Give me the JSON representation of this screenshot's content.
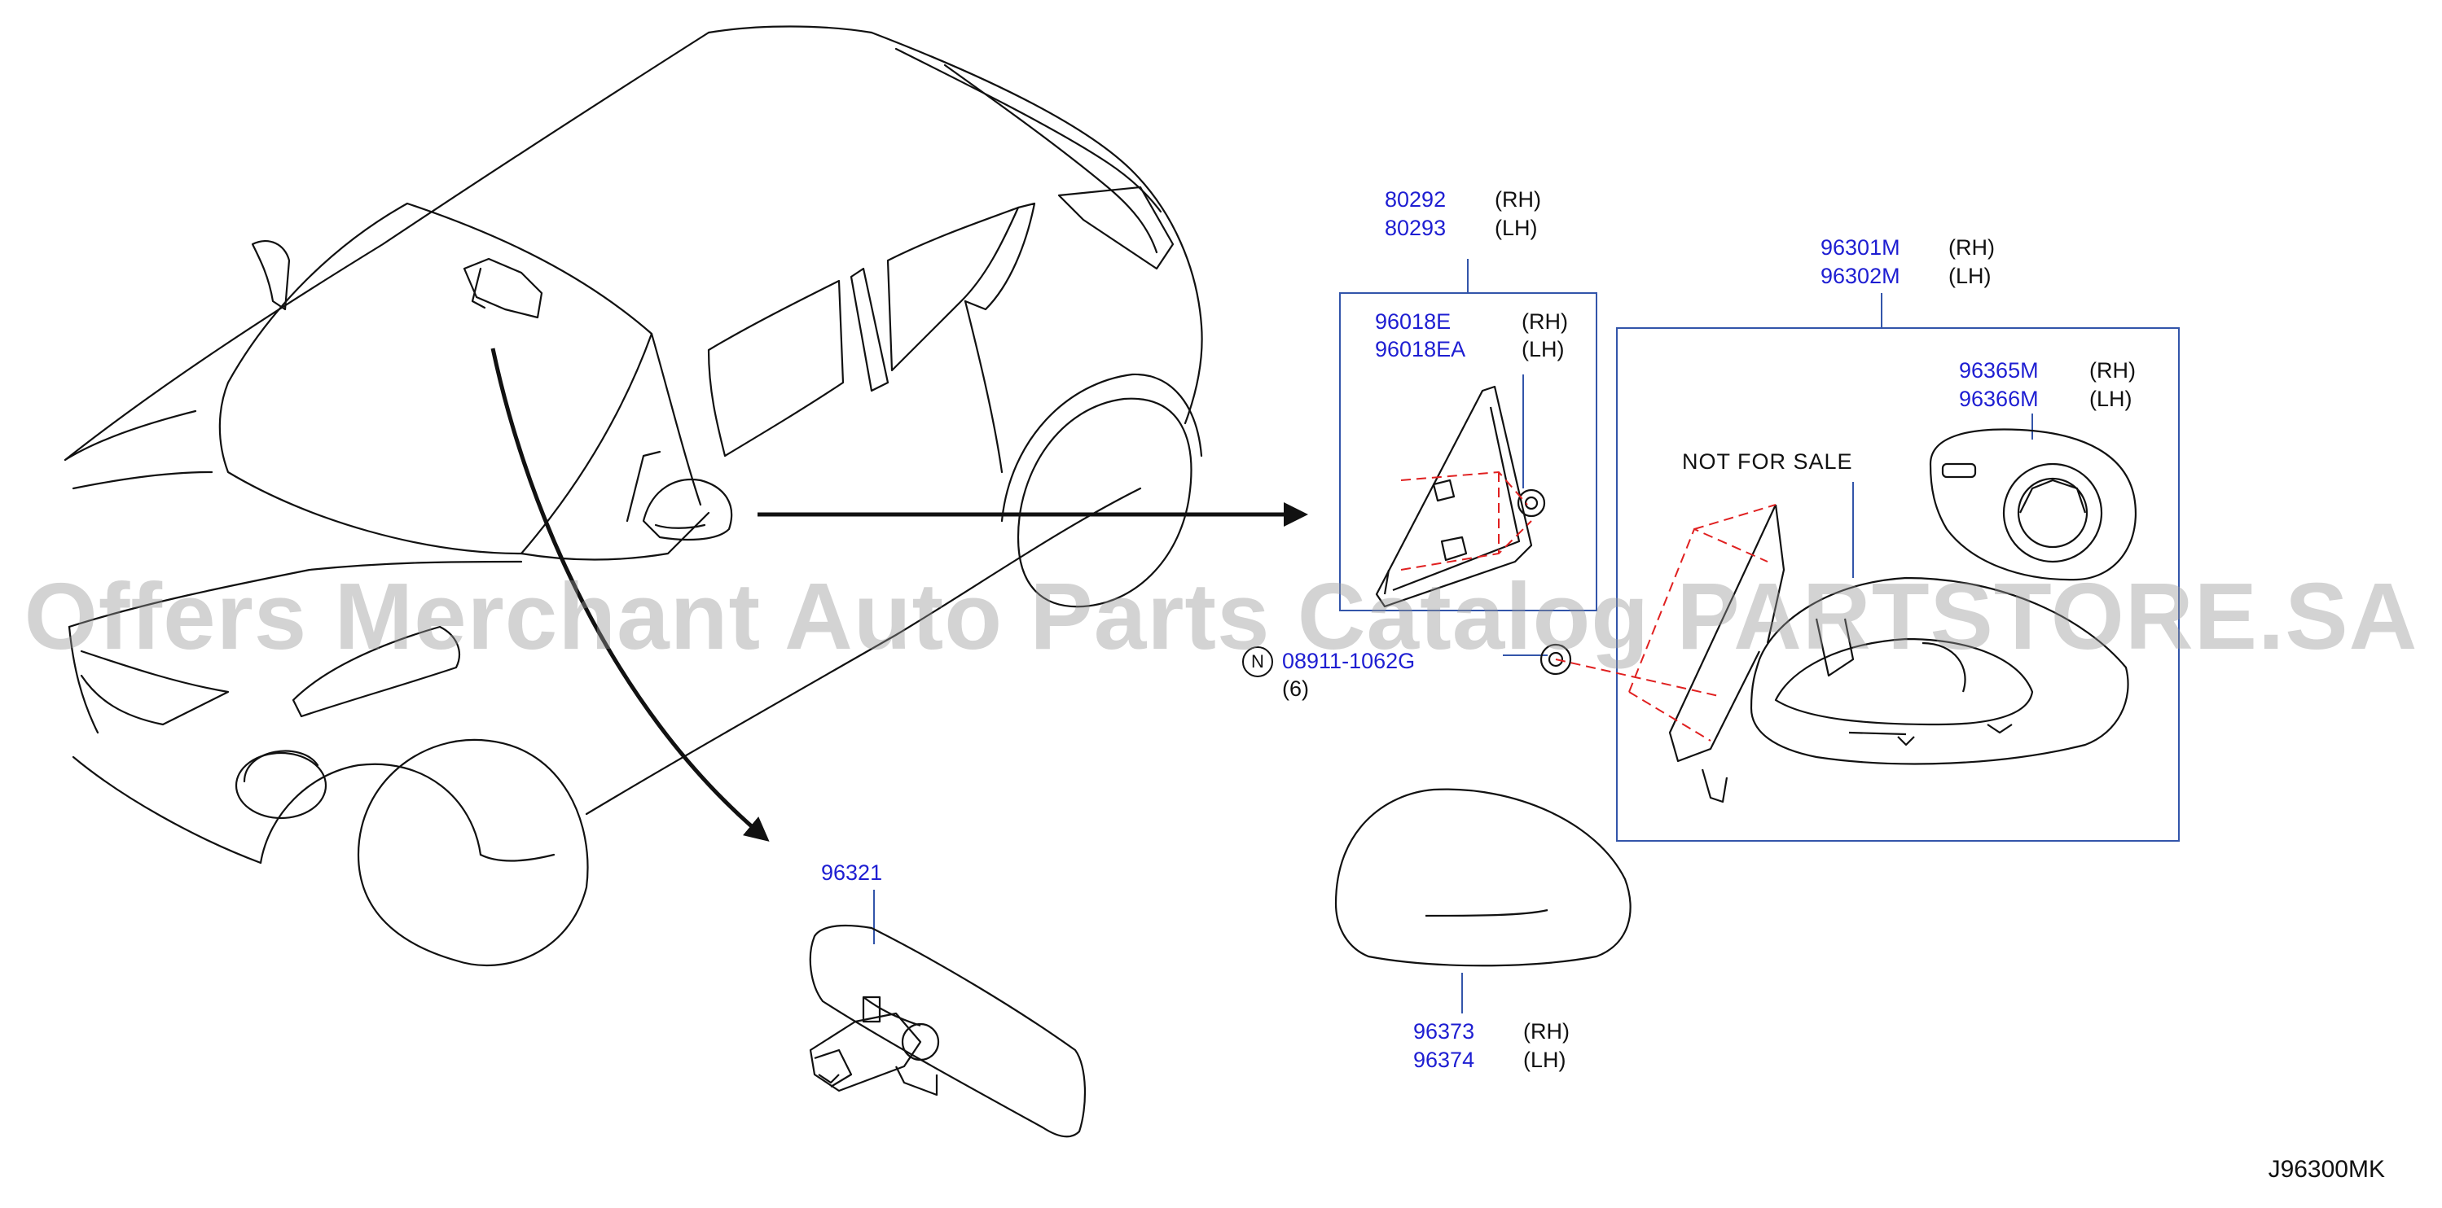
{
  "watermark": "Offers Merchant Auto Parts Catalog PARTSTORE.SA",
  "diagram_code": "J96300MK",
  "not_for_sale": "NOT  FOR  SALE",
  "parts": [
    {
      "number": "80292",
      "side": "(RH)"
    },
    {
      "number": "80293",
      "side": "(LH)"
    },
    {
      "number": "96018E",
      "side": "(RH)"
    },
    {
      "number": "96018EA",
      "side": "(LH)"
    },
    {
      "number": "96301M",
      "side": "(RH)"
    },
    {
      "number": "96302M",
      "side": "(LH)"
    },
    {
      "number": "96365M",
      "side": "(RH)"
    },
    {
      "number": "96366M",
      "side": "(LH)"
    },
    {
      "number": "08911-1062G",
      "qty": "(6)",
      "symbol": "N"
    },
    {
      "number": "96321"
    },
    {
      "number": "96373",
      "side": "(RH)"
    },
    {
      "number": "96374",
      "side": "(LH)"
    }
  ],
  "colors": {
    "part_number": "#1e1ed2",
    "line": "#111111",
    "dashed": "#e02020",
    "frame": "#3355aa"
  }
}
